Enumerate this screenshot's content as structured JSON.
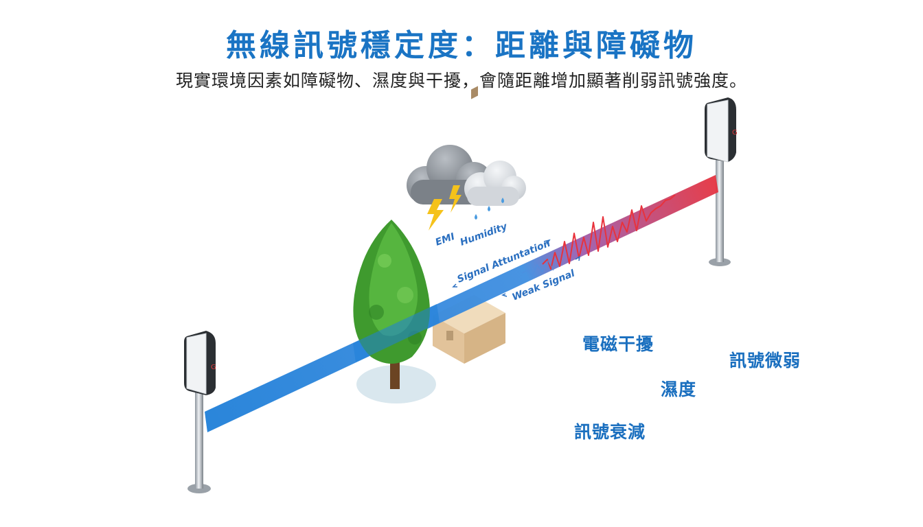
{
  "title": "無線訊號穩定度：距離與障礙物",
  "subtitle": "現實環境因素如障礙物、濕度與干擾，會隨距離增加顯著削弱訊號強度。",
  "diagram": {
    "annotations": {
      "emi": "EMI",
      "humidity": "Humidity",
      "signal_attenuation": "Signal Attuntation",
      "weak_signal": "Weak Signal"
    },
    "device_logo": "G"
  },
  "labels": {
    "emi": "電磁干擾",
    "weak_signal": "訊號微弱",
    "humidity": "濕度",
    "attenuation": "訊號衰減"
  },
  "colors": {
    "title": "#1a74c4",
    "signal_strong": "#1f7fd8",
    "signal_weak": "#e8323c",
    "label": "#1a6fbf",
    "tree": "#3f9a2e",
    "building": "#e2c39a"
  }
}
